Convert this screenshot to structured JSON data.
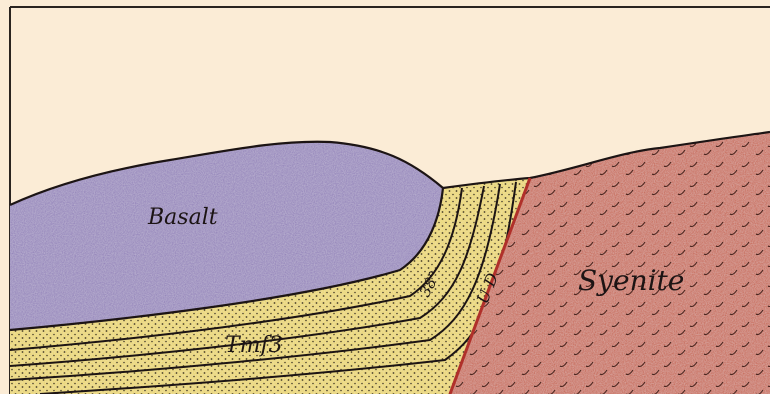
{
  "diagram": {
    "labels": {
      "basalt": "Basalt",
      "syenite": "Syenite",
      "sediment": "Tmf3",
      "dip_angle": "38°",
      "fault_marks": "U D"
    },
    "colors": {
      "paper": "#fbecd6",
      "basalt": "#8b78b6",
      "sediment": "#e8d257",
      "syenite": "#c4583e",
      "fault": "#b0302a",
      "ink": "#1c1414"
    }
  }
}
